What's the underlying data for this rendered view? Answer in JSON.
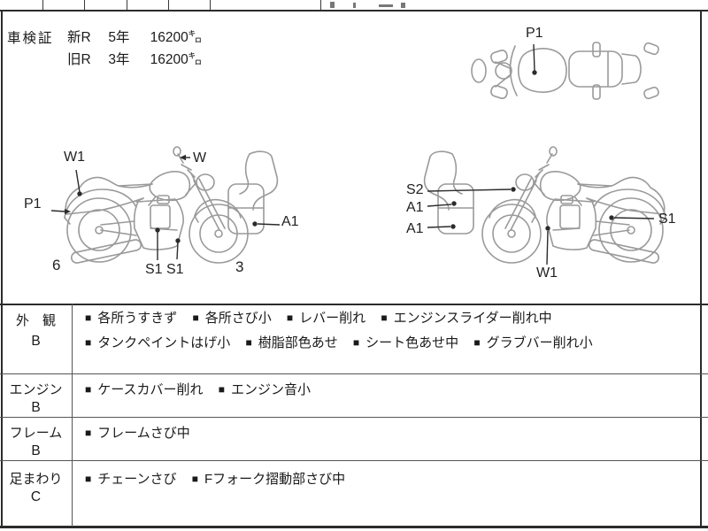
{
  "inspection": {
    "label": "車検証",
    "rows": [
      {
        "reg": "新R",
        "years": "5年",
        "distance": "16200㌔"
      },
      {
        "reg": "旧R",
        "years": "3年",
        "distance": "16200㌔"
      }
    ]
  },
  "diagrams": {
    "top_view": {
      "label_p1": "P1"
    },
    "left_view": {
      "label_w1": "W1",
      "label_p1": "P1",
      "label_w": "W",
      "label_s1a": "S1",
      "label_s1b": "S1",
      "label_a1": "A1",
      "num_left": "6",
      "num_right": "3"
    },
    "right_view": {
      "label_s2": "S2",
      "label_a1_top": "A1",
      "label_a1_bottom": "A1",
      "label_s1": "S1",
      "label_w1": "W1"
    }
  },
  "condition_table": {
    "bullet": "■",
    "rows": [
      {
        "category": "外　観",
        "grade": "B",
        "items": [
          "各所うすきず",
          "各所さび小",
          "レバー削れ",
          "エンジンスライダー削れ中",
          "タンクペイントはげ小",
          "樹脂部色あせ",
          "シート色あせ中",
          "グラブバー削れ小"
        ]
      },
      {
        "category": "エンジン",
        "grade": "B",
        "items": [
          "ケースカバー削れ",
          "エンジン音小"
        ]
      },
      {
        "category": "フレーム",
        "grade": "B",
        "items": [
          "フレームさび中"
        ]
      },
      {
        "category": "足まわり",
        "grade": "C",
        "items": [
          "チェーンさび",
          "Fフォーク摺動部さび中"
        ]
      }
    ]
  },
  "colors": {
    "line_art": "#9a9a9a",
    "leader": "#2b2b2b",
    "border": "#2b2b2b",
    "text": "#1a1a1a"
  }
}
